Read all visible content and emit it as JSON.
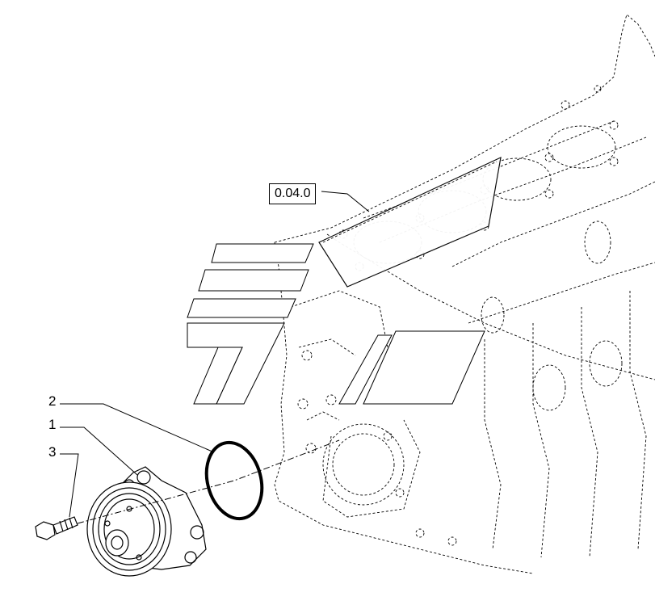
{
  "labels": {
    "ref_section": "0.04.0",
    "part_2": "2",
    "part_1": "1",
    "part_3": "3"
  },
  "colors": {
    "line": "#000000",
    "background": "#ffffff"
  }
}
